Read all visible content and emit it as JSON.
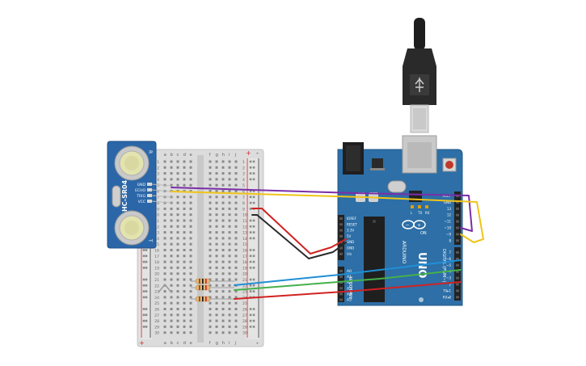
{
  "sensor": {
    "name": "HC-SR04",
    "pins": [
      "GND",
      "ECHO",
      "TRIG",
      "VCC"
    ],
    "corner_labels": [
      "R",
      "T"
    ]
  },
  "breadboard": {
    "col_letters_left": [
      "a",
      "b",
      "c",
      "d",
      "e"
    ],
    "col_letters_right": [
      "f",
      "g",
      "h",
      "i",
      "j"
    ],
    "rail_plus": "+",
    "rail_minus": "-",
    "row_count": 30
  },
  "arduino": {
    "model": "UNO",
    "brand": "ARDUINO",
    "power_header_label": "POWER",
    "analog_header_label": "ANALOG IN",
    "digital_header_label": "DIGITAL (PWM~)",
    "power_pins": [
      "IOREF",
      "RESET",
      "3.3V",
      "5V",
      "GND",
      "GND",
      "Vin"
    ],
    "analog_pins": [
      "A0",
      "A1",
      "A2",
      "A3",
      "A4",
      "A5"
    ],
    "digital_pins_top": [
      "AREF",
      "GND",
      "13",
      "12",
      "~11",
      "~10",
      "~9",
      "8"
    ],
    "digital_pins_bottom": [
      "7",
      "~6",
      "~5",
      "4",
      "~3",
      "2",
      "TX▸1",
      "RX◂0"
    ],
    "led_labels": [
      "L",
      "TX",
      "RX"
    ],
    "on_label": "ON"
  },
  "colors": {
    "board_blue": "#2d6fa6",
    "sensor_blue": "#2b67a8",
    "wire_purple": "#7b2ea8",
    "wire_yellow": "#f0c419",
    "wire_red": "#d12222",
    "wire_black": "#2a2a2a",
    "wire_blue": "#1f8fd6",
    "wire_green": "#46b04a",
    "usb_black": "#1e1e1e"
  }
}
